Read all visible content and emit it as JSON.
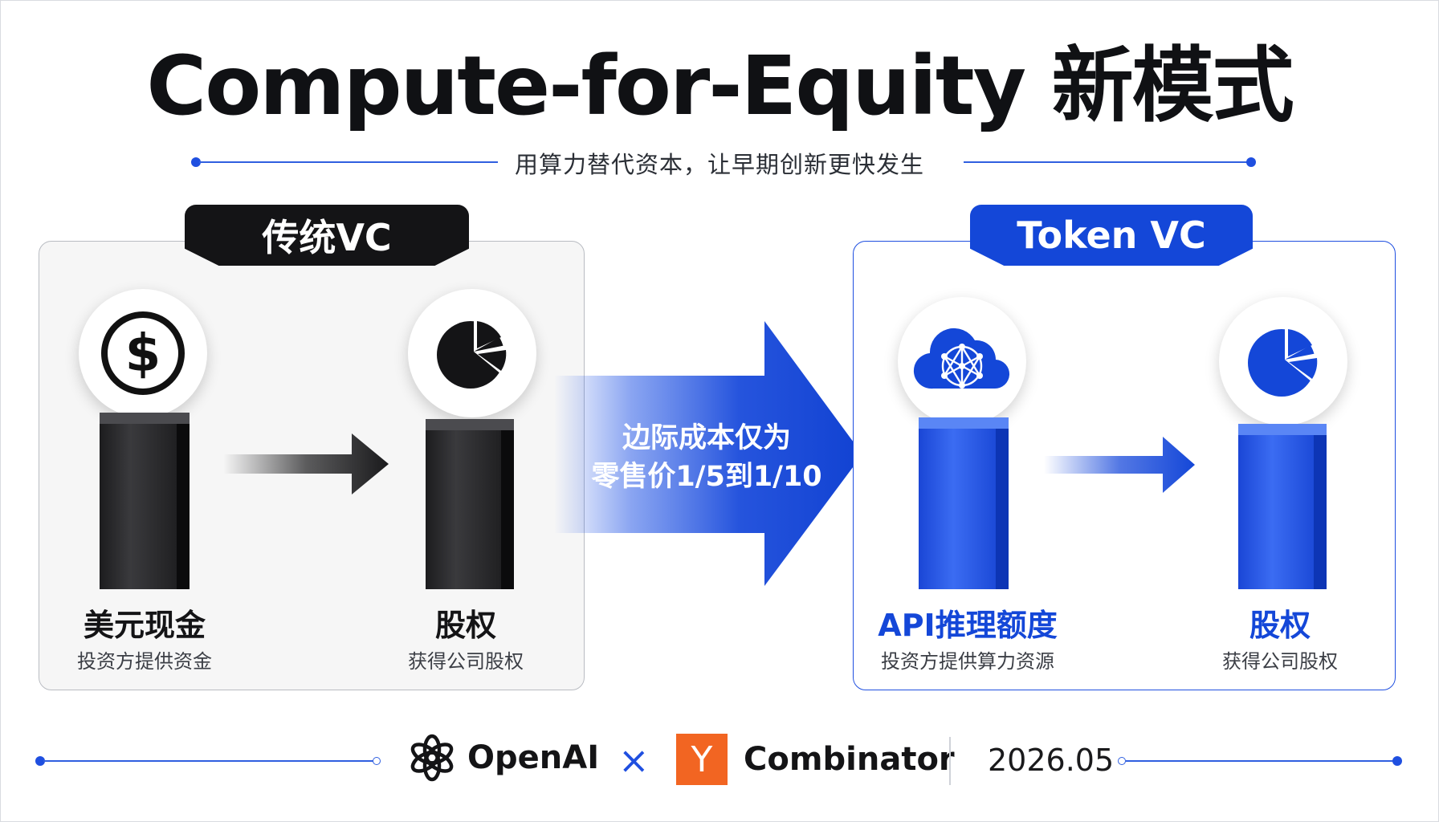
{
  "title": "Compute-for-Equity 新模式",
  "subtitle": "用算力替代资本，让早期创新更快发生",
  "colors": {
    "accent": "#1447d8",
    "dark": "#141416",
    "yc_orange": "#f26522"
  },
  "traditional": {
    "tab": "传统VC",
    "left": {
      "icon": "dollar-icon",
      "label": "美元现金",
      "sub": "投资方提供资金"
    },
    "right": {
      "icon": "pie-chart-icon",
      "label": "股权",
      "sub": "获得公司股权"
    }
  },
  "center_arrow": {
    "line1": "边际成本仅为",
    "line2": "零售价1/5到1/10"
  },
  "token": {
    "tab": "Token VC",
    "left": {
      "icon": "cloud-network-icon",
      "label": "API推理额度",
      "sub": "投资方提供算力资源"
    },
    "right": {
      "icon": "pie-chart-icon",
      "label": "股权",
      "sub": "获得公司股权"
    }
  },
  "footer": {
    "brand1": "OpenAI",
    "times": "×",
    "brand2_logo": "Y",
    "brand2": "Combinator",
    "date": "2026.05"
  }
}
